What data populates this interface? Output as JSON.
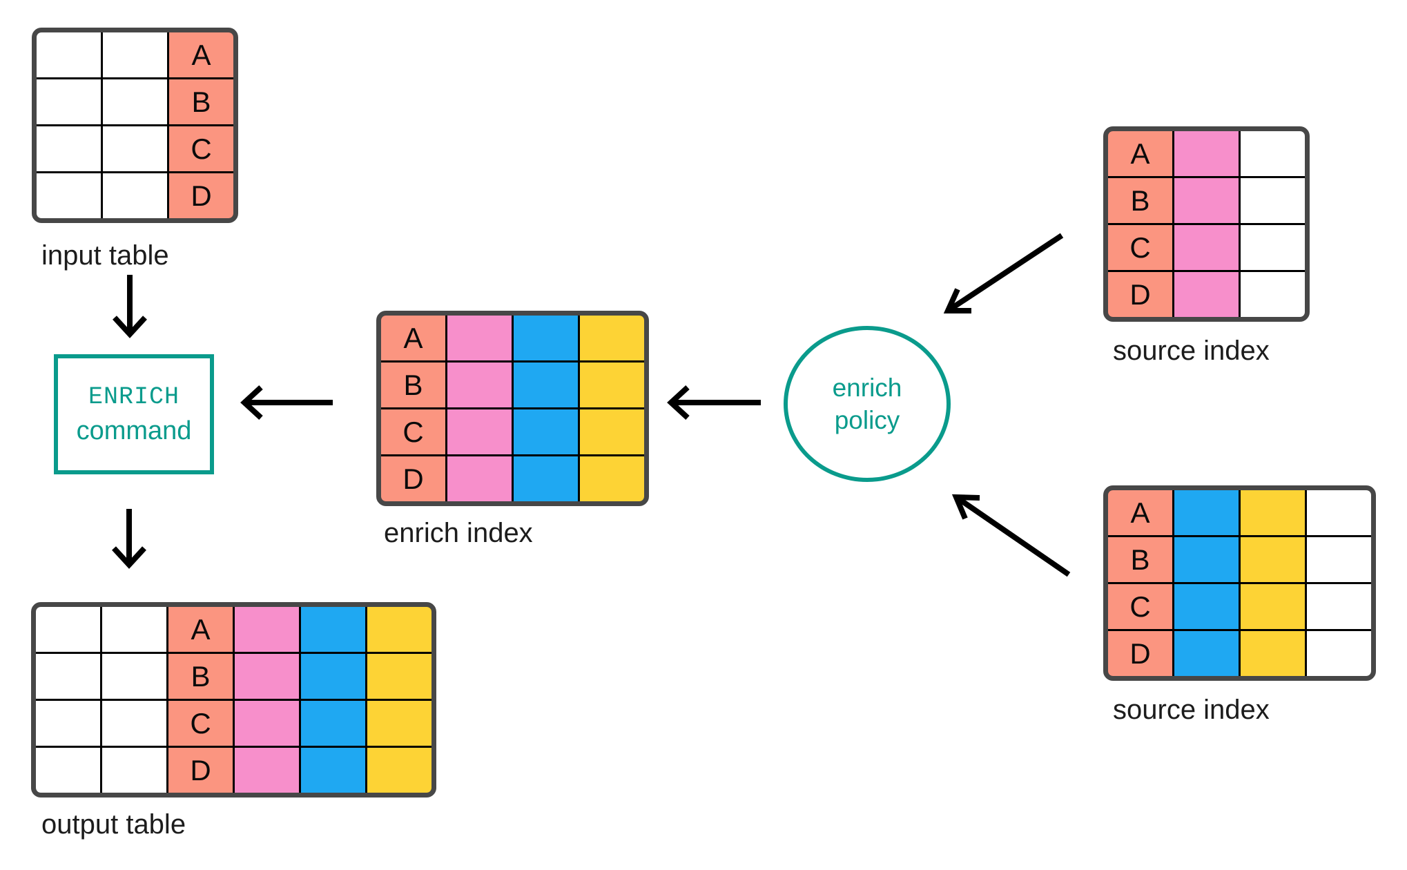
{
  "diagram": {
    "labels": {
      "input_table": "input table",
      "enrich_index": "enrich index",
      "source_index_top": "source index",
      "source_index_bottom": "source index",
      "output_table": "output table"
    },
    "nodes": {
      "enrich_command": {
        "line1": "ENRICH",
        "line2": "command"
      },
      "enrich_policy": {
        "line1": "enrich",
        "line2": "policy"
      }
    },
    "row_letters": [
      "A",
      "B",
      "C",
      "D"
    ],
    "colors": {
      "salmon": "#FB9580",
      "pink": "#F78FCB",
      "blue": "#1FA8F2",
      "yellow": "#FDD335",
      "teal": "#0A9B8C",
      "table_border": "#474747",
      "grid_line": "#000000",
      "label_text": "#1C1C1C",
      "arrow": "#000000",
      "cell_white": "#FFFFFF"
    },
    "tables": {
      "input": {
        "rows": 4,
        "columns": [
          {
            "color": "white",
            "letters": false
          },
          {
            "color": "white",
            "letters": false
          },
          {
            "color": "salmon",
            "letters": true
          }
        ]
      },
      "enrich_index": {
        "rows": 4,
        "columns": [
          {
            "color": "salmon",
            "letters": true
          },
          {
            "color": "pink",
            "letters": false
          },
          {
            "color": "blue",
            "letters": false
          },
          {
            "color": "yellow",
            "letters": false
          }
        ]
      },
      "source_top": {
        "rows": 4,
        "columns": [
          {
            "color": "salmon",
            "letters": true
          },
          {
            "color": "pink",
            "letters": false
          },
          {
            "color": "white",
            "letters": false
          }
        ]
      },
      "source_bottom": {
        "rows": 4,
        "columns": [
          {
            "color": "salmon",
            "letters": true
          },
          {
            "color": "blue",
            "letters": false
          },
          {
            "color": "yellow",
            "letters": false
          },
          {
            "color": "white",
            "letters": false
          }
        ]
      },
      "output": {
        "rows": 4,
        "columns": [
          {
            "color": "white",
            "letters": false
          },
          {
            "color": "white",
            "letters": false
          },
          {
            "color": "salmon",
            "letters": true
          },
          {
            "color": "pink",
            "letters": false
          },
          {
            "color": "blue",
            "letters": false
          },
          {
            "color": "yellow",
            "letters": false
          }
        ]
      }
    }
  }
}
